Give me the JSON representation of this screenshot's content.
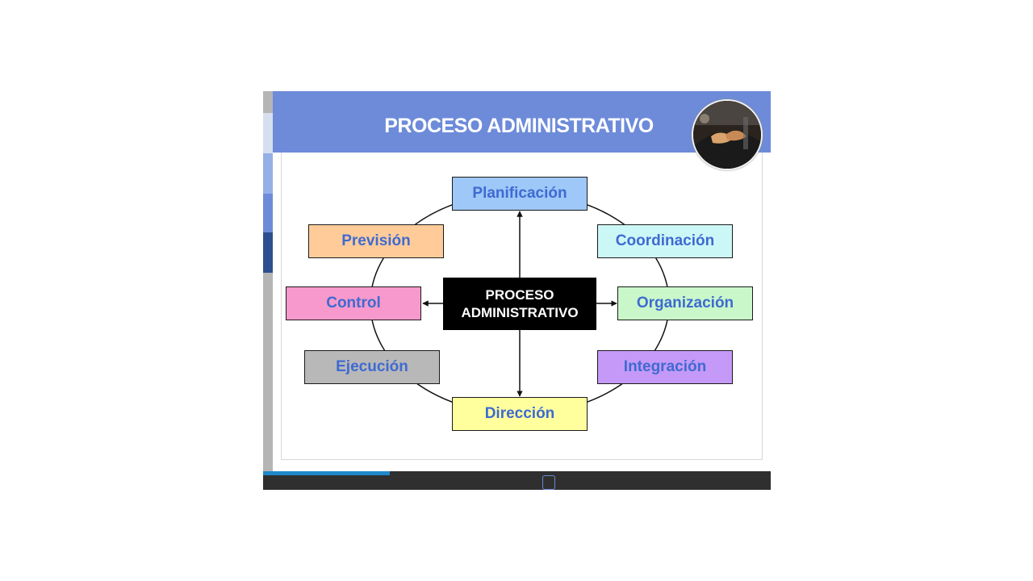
{
  "slide": {
    "title": "PROCESO ADMINISTRATIVO",
    "center_lines": [
      "PROCESO",
      "ADMINISTRATIVO"
    ],
    "nodes": {
      "planificacion": "Planificación",
      "coordinacion": "Coordinación",
      "organizacion": "Organización",
      "integracion": "Integración",
      "direccion": "Dirección",
      "ejecucion": "Ejecución",
      "control": "Control",
      "prevision": "Previsión"
    },
    "colors": {
      "banner": "#6d8bd9",
      "text": "#3f6ad1",
      "planificacion": "#9ec8f7",
      "coordinacion": "#ccf7f7",
      "organizacion": "#c9f7c9",
      "integracion": "#c499f7",
      "direccion": "#ffff9e",
      "ejecucion": "#b8b8b8",
      "control": "#f799cc",
      "prevision": "#ffcc99"
    }
  },
  "viewer": {
    "progress_fraction": 0.25,
    "accent": "#1e88c9"
  }
}
